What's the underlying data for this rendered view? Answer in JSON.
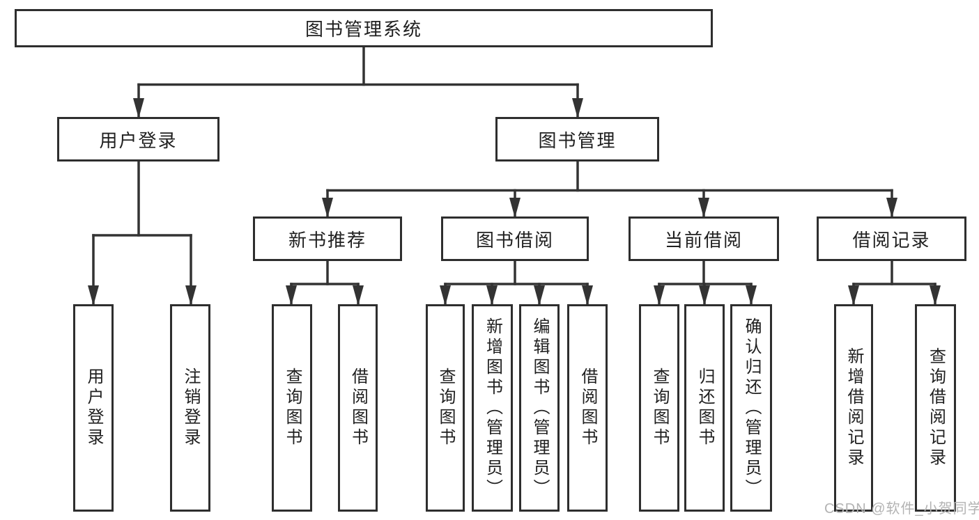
{
  "tree": {
    "root": "图书管理系统",
    "children": [
      {
        "label": "用户登录",
        "children": [
          "用户登录",
          "注销登录"
        ]
      },
      {
        "label": "图书管理",
        "children": [
          {
            "label": "新书推荐",
            "children": [
              "查询图书",
              "借阅图书"
            ]
          },
          {
            "label": "图书借阅",
            "children": [
              "查询图书",
              "新增图书（管理员）",
              "编辑图书（管理员）",
              "借阅图书"
            ]
          },
          {
            "label": "当前借阅",
            "children": [
              "查询图书",
              "归还图书",
              "确认归还（管理员）"
            ]
          },
          {
            "label": "借阅记录",
            "children": [
              "新增借阅记录",
              "查询借阅记录"
            ]
          }
        ]
      }
    ]
  },
  "watermark": "CSDN @软件_小贺同学",
  "colors": {
    "line": "#333333",
    "box_border": "#2e2e2e",
    "box_fill": "#ffffff",
    "text": "#1f1f1f",
    "watermark": "#b3b3b3"
  }
}
